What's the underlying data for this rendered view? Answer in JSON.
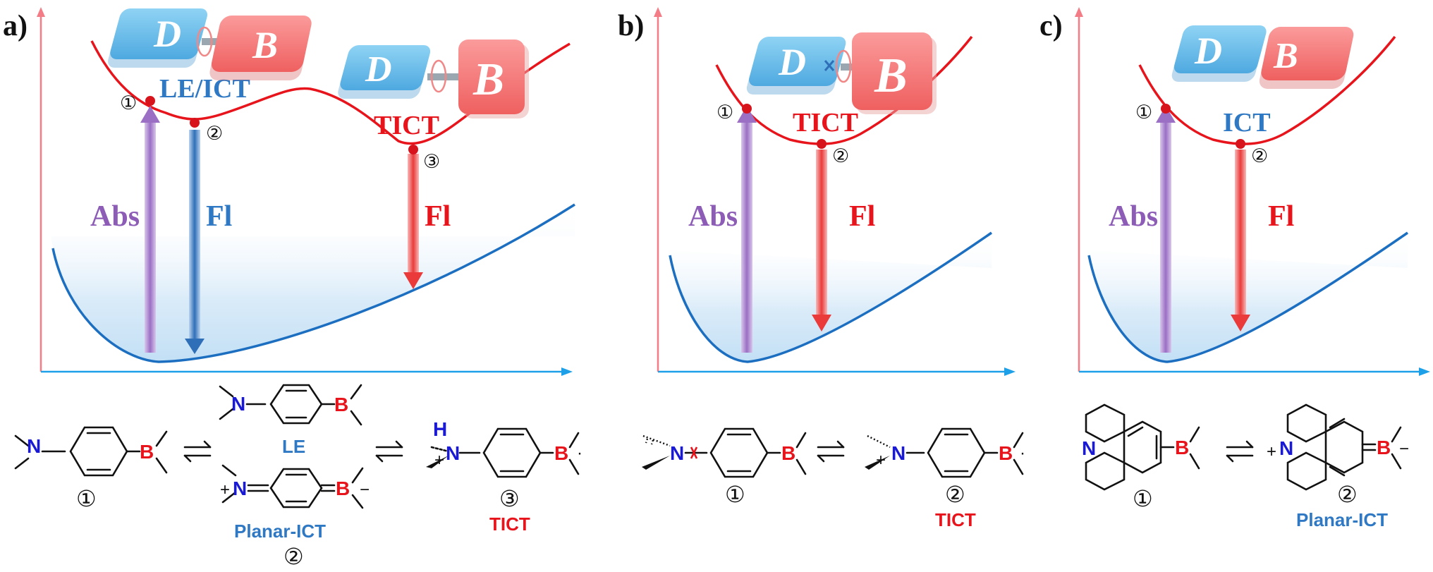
{
  "colors": {
    "axis_y": "#f47c86",
    "axis_x": "#1ea0e8",
    "excited_curve": "#e8141c",
    "ground_curve": "#1c6fc0",
    "abs": "#8c5cb6",
    "fl_blue": "#2f78c4",
    "fl_red": "#e8141c",
    "donor": "#5fbbe8",
    "acceptor": "#f47878",
    "nitrogen": "#1a1ad4",
    "boron": "#e8141c"
  },
  "icons": [
    "donor-block",
    "acceptor-block",
    "rotation-ring",
    "linker-rod",
    "circled-number",
    "benzene-ring"
  ],
  "panels": [
    {
      "letter": "a)",
      "box_donor": "D",
      "box_acceptor": "B",
      "states": [
        "LE/ICT",
        "TICT"
      ],
      "point_numbers": [
        "①",
        "②",
        "③"
      ],
      "arrows": [
        "Abs",
        "Fl",
        "Fl"
      ],
      "chem": {
        "s1_num": "①",
        "s2_caption": "LE",
        "s2b_caption": "Planar-ICT",
        "s2_num": "②",
        "s3_num": "③",
        "s3_caption": "TICT"
      }
    },
    {
      "letter": "b)",
      "box_donor": "D",
      "box_acceptor": "B",
      "states": [
        "TICT"
      ],
      "point_numbers": [
        "①",
        "②"
      ],
      "arrows": [
        "Abs",
        "Fl"
      ],
      "chem": {
        "s1_num": "①",
        "s2_num": "②",
        "s2_caption": "TICT"
      }
    },
    {
      "letter": "c)",
      "box_donor": "D",
      "box_acceptor": "B",
      "states": [
        "ICT"
      ],
      "point_numbers": [
        "①",
        "②"
      ],
      "arrows": [
        "Abs",
        "Fl"
      ],
      "chem": {
        "s1_num": "①",
        "s2_num": "②",
        "s2_caption": "Planar-ICT"
      }
    }
  ],
  "atoms": {
    "N": "N",
    "B": "B",
    "H": "H",
    "plus": "+",
    "minus": "−",
    "dot": "·"
  }
}
